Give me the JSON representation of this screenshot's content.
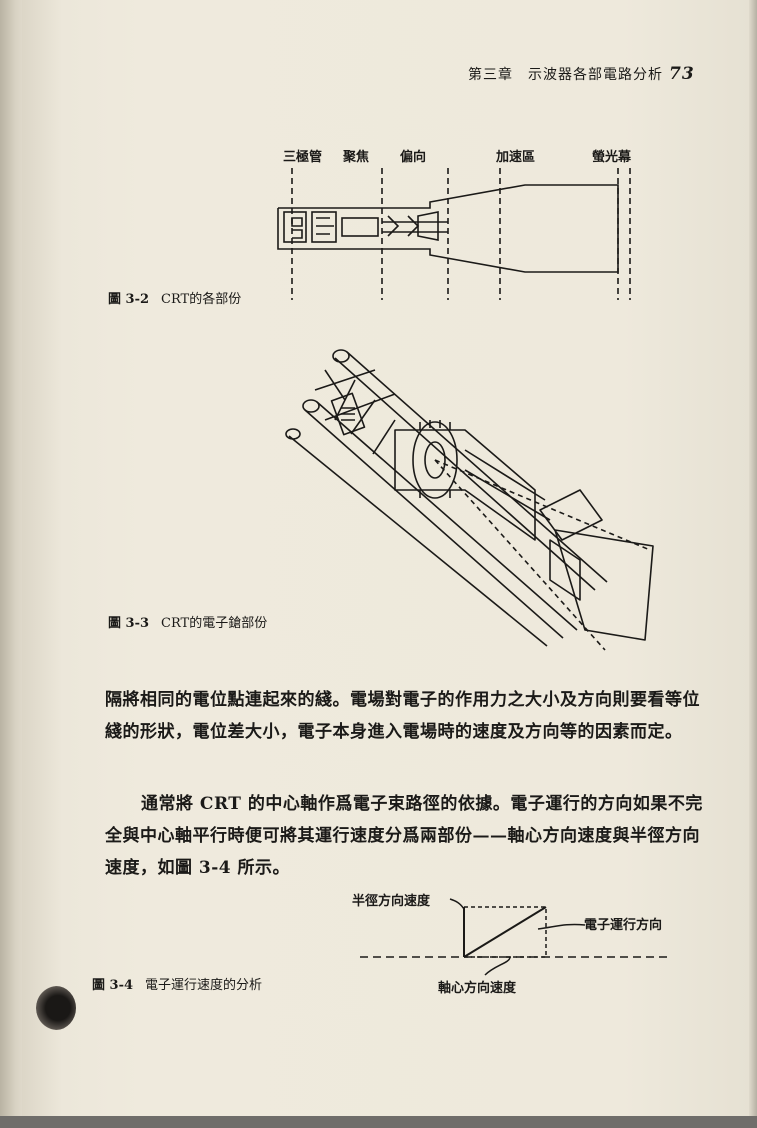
{
  "header": {
    "chapter": "第三章　示波器各部電路分析",
    "page_number": "73"
  },
  "figure_3_2": {
    "labels": [
      "三極管",
      "聚焦",
      "偏向",
      "加速區",
      "螢光幕"
    ],
    "caption_number": "圖 3-2",
    "caption_text": "CRT的各部份"
  },
  "figure_3_3": {
    "caption_number": "圖 3-3",
    "caption_text": "CRT的電子鎗部份"
  },
  "body": {
    "paragraph_1": "隔將相同的電位點連起來的綫。電場對電子的作用力之大小及方向則要看等位綫的形狀，電位差大小，電子本身進入電場時的速度及方向等的因素而定。",
    "paragraph_2": "通常將 CRT 的中心軸作爲電子束路徑的依據。電子運行的方向如果不完全與中心軸平行時便可將其運行速度分爲兩部份——軸心方向速度與半徑方向速度，如圖 3-4 所示。"
  },
  "figure_3_4": {
    "label_radial": "半徑方向速度",
    "label_direction": "電子運行方向",
    "label_axial": "軸心方向速度",
    "caption_number": "圖 3-4",
    "caption_text": "電子運行速度的分析"
  }
}
